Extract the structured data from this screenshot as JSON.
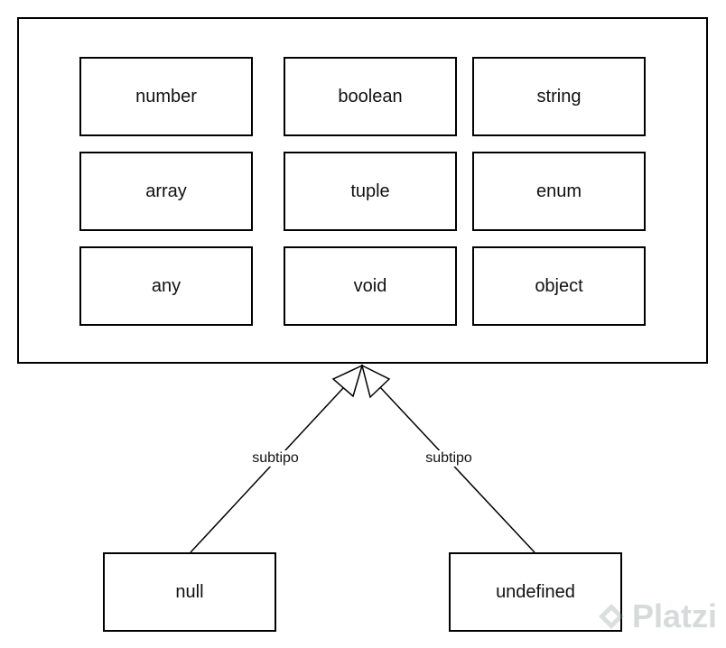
{
  "diagram": {
    "container_types": [
      [
        "number",
        "boolean",
        "string"
      ],
      [
        "array",
        "tuple",
        "enum"
      ],
      [
        "any",
        "void",
        "object"
      ]
    ],
    "subtypes": [
      {
        "label": "null",
        "edge_label": "subtipo"
      },
      {
        "label": "undefined",
        "edge_label": "subtipo"
      }
    ]
  },
  "watermark": {
    "text": "Platzi",
    "icon": "platzi-logo-icon",
    "color": "#8c9696"
  }
}
